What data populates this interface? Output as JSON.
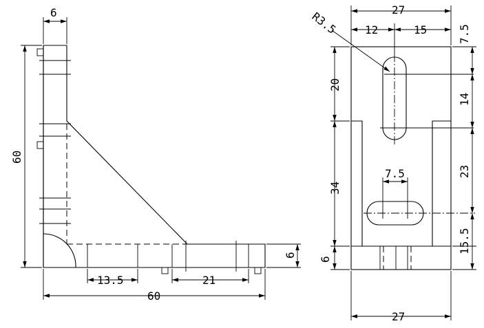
{
  "dimensions": {
    "left_top_width": "6",
    "left_height": "60",
    "left_base_thickness": "6",
    "left_slot_offset": "13.5",
    "left_slot_spacing": "21",
    "left_total_width": "60",
    "right_top_width": "27",
    "right_bottom_width": "27",
    "right_left_offset": "12",
    "right_right_offset": "15",
    "right_radius": "R3.5",
    "right_top_margin": "7.5",
    "right_slot_length": "14",
    "right_gap": "23",
    "right_lower_slot_offset": "15.5",
    "right_upper_height": "20",
    "right_mid_height": "34",
    "right_base_thickness": "6",
    "right_slot_width": "7.5"
  }
}
